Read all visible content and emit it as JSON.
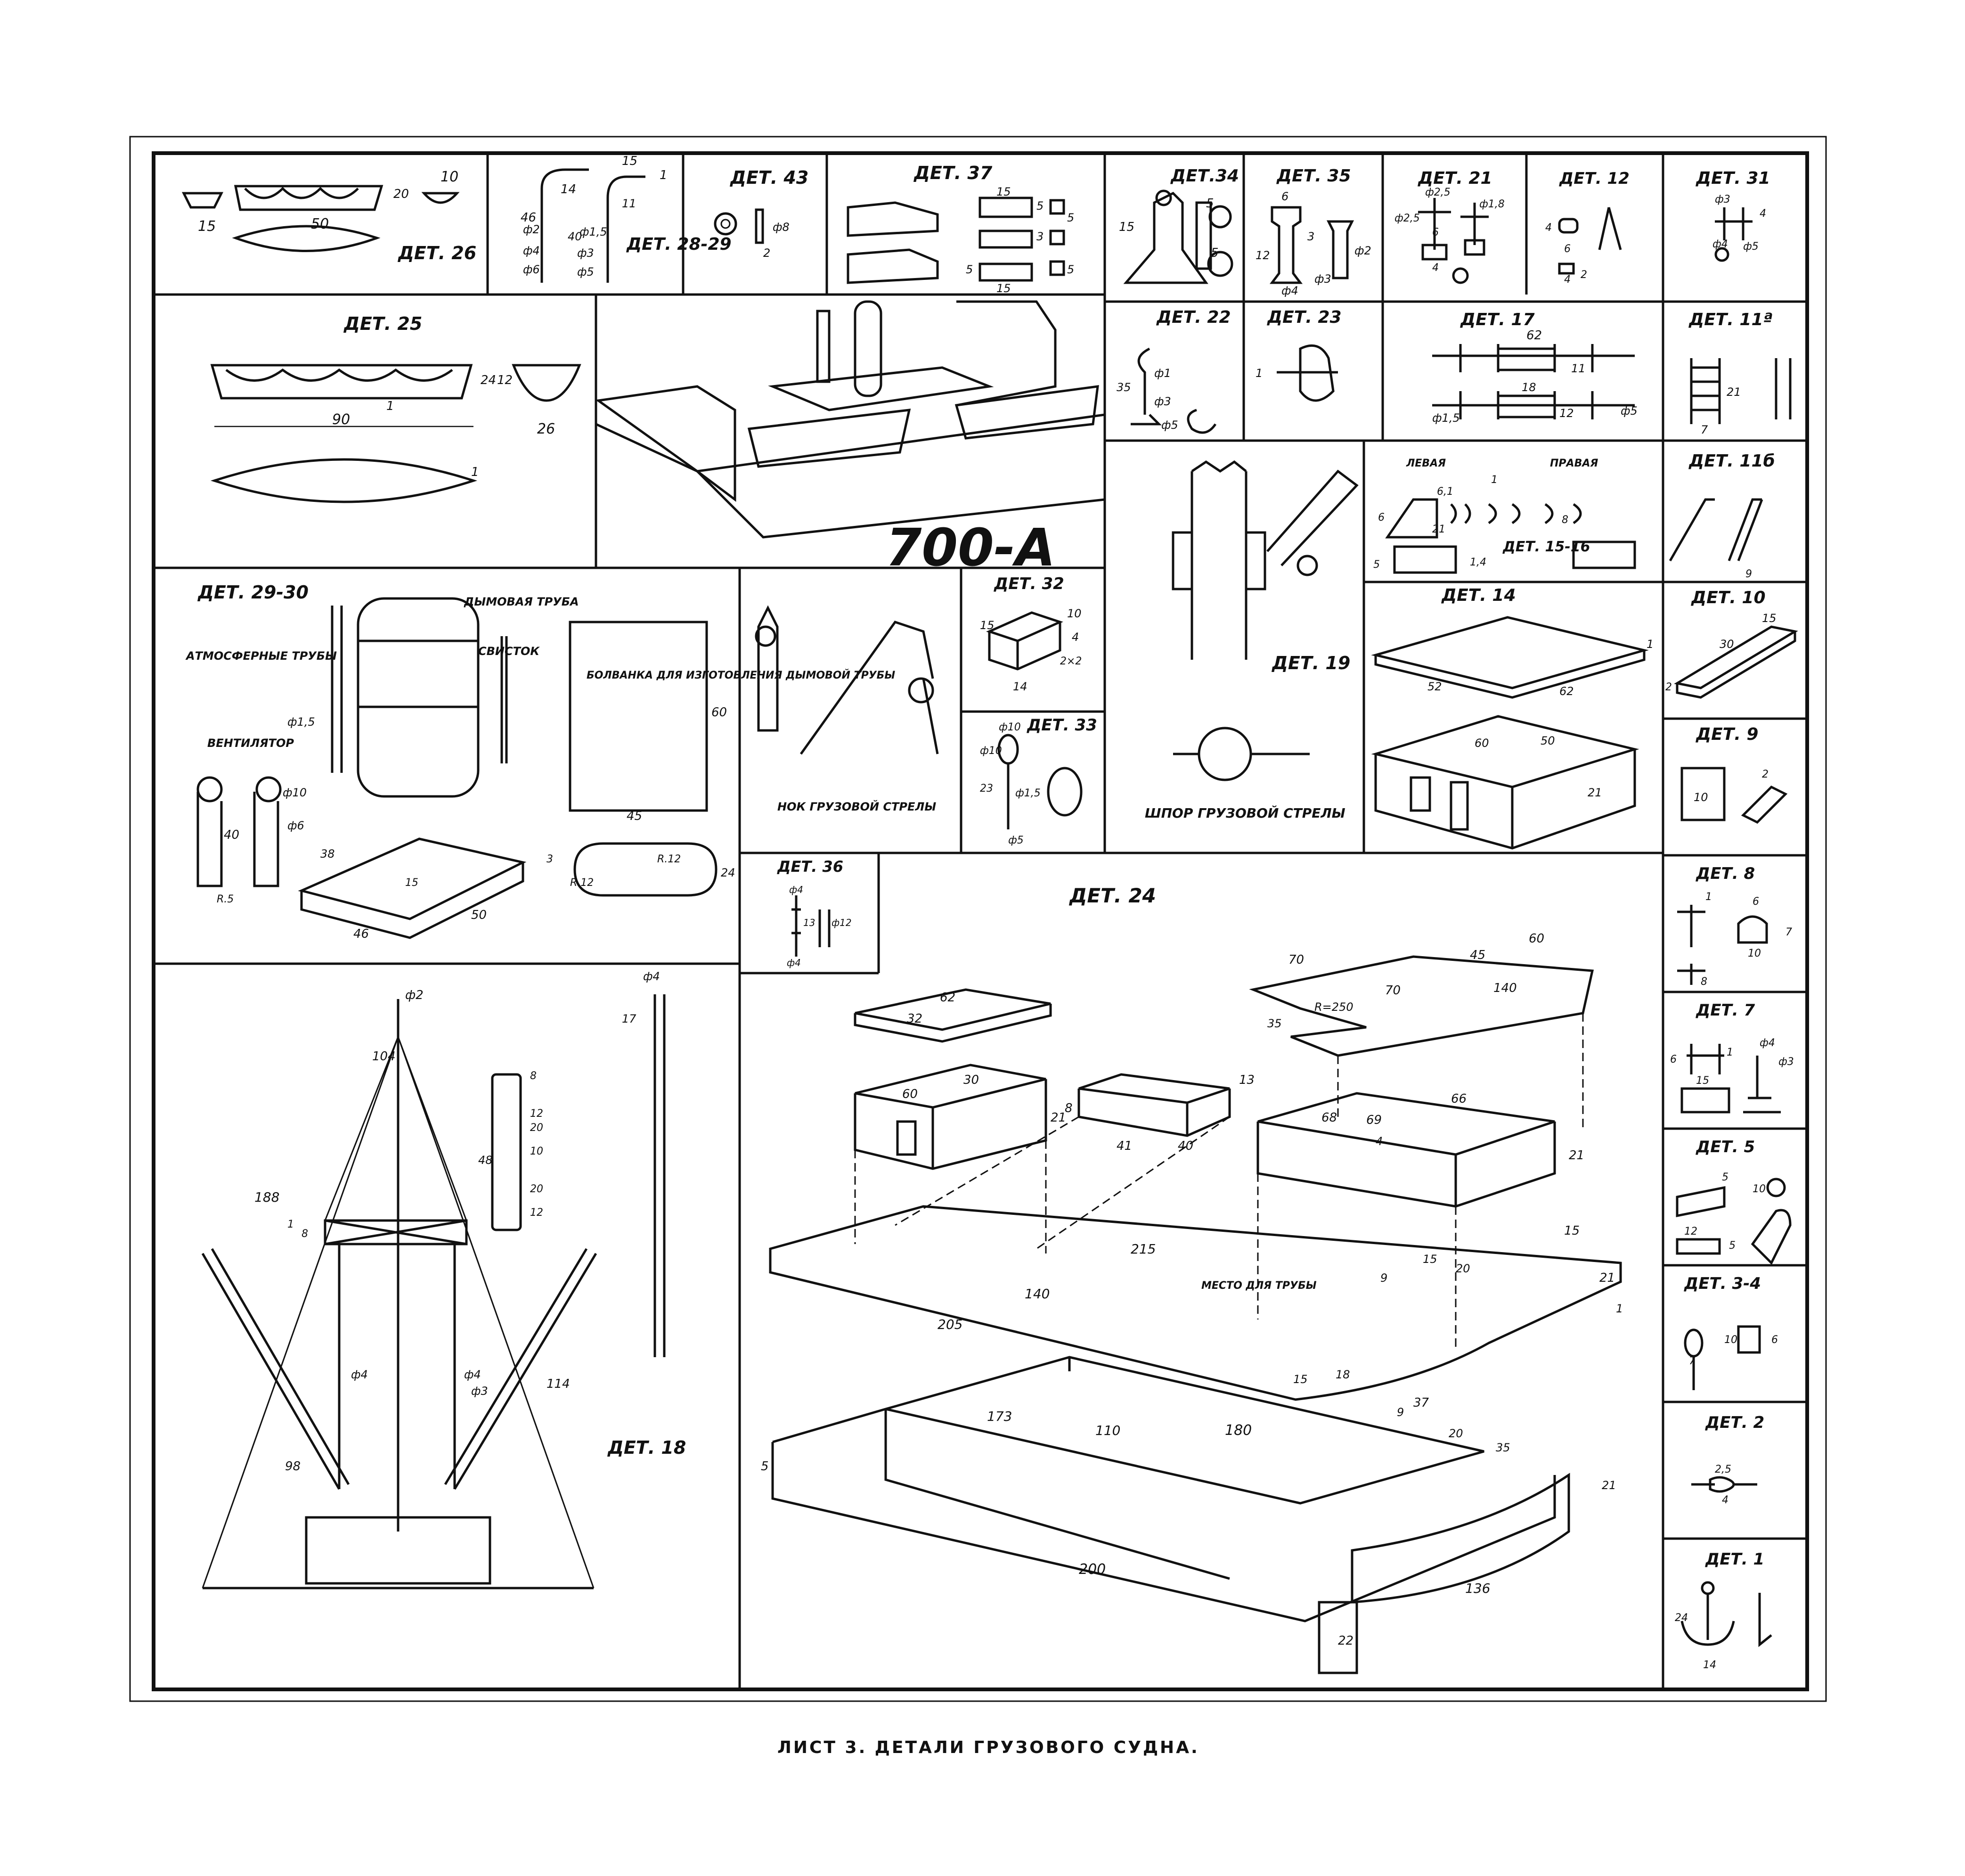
{
  "caption": "ЛИСТ 3. ДЕТАЛИ ГРУЗОВОГО СУДНА.",
  "panels": {
    "det26": {
      "title": "ДЕТ. 26",
      "dims": [
        "15",
        "50",
        "10",
        "20"
      ]
    },
    "det28": {
      "title": "ДЕТ. 28-29",
      "dims": [
        "46",
        "14",
        "15",
        "1",
        "ф2",
        "ф4",
        "ф6",
        "40",
        "ф1,5",
        "ф3",
        "ф5",
        "11"
      ]
    },
    "det43": {
      "title": "ДЕТ. 43",
      "dims": [
        "ф8",
        "2"
      ]
    },
    "det37": {
      "title": "ДЕТ. 37",
      "dims": [
        "15",
        "5",
        "3",
        "15",
        "5",
        "5",
        "5"
      ]
    },
    "det34": {
      "title": "ДЕТ.34",
      "dims": [
        "15",
        "5",
        "5"
      ]
    },
    "det35": {
      "title": "ДЕТ. 35",
      "dims": [
        "6",
        "12",
        "3",
        "ф2",
        "ф3",
        "ф4"
      ]
    },
    "det21": {
      "title": "ДЕТ. 21",
      "dims": [
        "ф2,5",
        "ф2,5",
        "ф1,8",
        "6",
        "4"
      ]
    },
    "det12": {
      "title": "ДЕТ. 12",
      "dims": [
        "4",
        "6",
        "4",
        "2"
      ]
    },
    "det31": {
      "title": "ДЕТ. 31",
      "dims": [
        "ф3",
        "4",
        "ф4",
        "ф5"
      ]
    },
    "det25": {
      "title": "ДЕТ. 25",
      "dims": [
        "90",
        "1",
        "24",
        "12",
        "26",
        "1"
      ]
    },
    "hull_number": "700-А",
    "det22": {
      "title": "ДЕТ. 22",
      "dims": [
        "35",
        "ф1",
        "ф3",
        "ф5"
      ]
    },
    "det23": {
      "title": "ДЕТ. 23",
      "dims": [
        "1"
      ]
    },
    "det17": {
      "title": "ДЕТ. 17",
      "dims": [
        "62",
        "11",
        "18",
        "12",
        "ф5",
        "ф1,5"
      ]
    },
    "det11a": {
      "title": "ДЕТ. 11ª",
      "dims": [
        "21",
        "7"
      ]
    },
    "det19": {
      "title": "ДЕТ. 19",
      "note": "ШПОР ГРУЗОВОЙ СТРЕЛЫ"
    },
    "det15": {
      "title": "ДЕТ. 15-16",
      "left": "ЛЕВАЯ",
      "right": "ПРАВАЯ",
      "dims": [
        "6,1",
        "1",
        "6",
        "21",
        "8",
        "5",
        "1,4"
      ]
    },
    "det11b": {
      "title": "ДЕТ. 11б",
      "dims": [
        "9"
      ]
    },
    "det29": {
      "title": "ДЕТ. 29-30",
      "labels": [
        "ДЫМОВАЯ ТРУБА",
        "АТМОСФЕРНЫЕ ТРУБЫ",
        "СВИСТОК",
        "ВЕНТИЛЯТОР",
        "БОЛВАНКА ДЛЯ ИЗГОТОВЛЕНИЯ ДЫМОВОЙ ТРУБЫ"
      ],
      "dims": [
        "ф1,5",
        "ф10",
        "40",
        "ф6",
        "R.5",
        "38",
        "46",
        "50",
        "3",
        "15",
        "60",
        "45",
        "R.12",
        "R.12",
        "24"
      ]
    },
    "nok": {
      "note": "НОК ГРУЗОВОЙ СТРЕЛЫ"
    },
    "det32": {
      "title": "ДЕТ. 32",
      "dims": [
        "15",
        "10",
        "4",
        "2×2",
        "14"
      ]
    },
    "det33": {
      "title": "ДЕТ. 33",
      "dims": [
        "ф10",
        "ф10",
        "23",
        "ф1,5",
        "ф5"
      ]
    },
    "det14": {
      "title": "ДЕТ. 14",
      "dims": [
        "52",
        "62",
        "60",
        "50",
        "21",
        "1"
      ]
    },
    "det10": {
      "title": "ДЕТ. 10",
      "dims": [
        "15",
        "30",
        "2"
      ]
    },
    "det9": {
      "title": "ДЕТ. 9",
      "dims": [
        "10",
        "2"
      ]
    },
    "det36": {
      "title": "ДЕТ. 36",
      "dims": [
        "ф4",
        "13",
        "ф12",
        "ф4"
      ]
    },
    "det24": {
      "title": "ДЕТ. 24",
      "labels": [
        "МЕСТО ДЛЯ ТРУБЫ"
      ],
      "dims": [
        "62",
        "32",
        "30",
        "60",
        "21",
        "8",
        "13",
        "41",
        "40",
        "215",
        "140",
        "205",
        "173",
        "110",
        "180",
        "200",
        "136",
        "22",
        "5",
        "70",
        "70",
        "45",
        "60",
        "140",
        "R=250",
        "35",
        "66",
        "68",
        "69",
        "4",
        "21",
        "15",
        "21",
        "15",
        "9",
        "20",
        "15",
        "18",
        "37",
        "9",
        "20",
        "35",
        "21",
        "1"
      ]
    },
    "det8": {
      "title": "ДЕТ. 8",
      "dims": [
        "6",
        "7",
        "10",
        "8",
        "1"
      ]
    },
    "det7": {
      "title": "ДЕТ. 7",
      "dims": [
        "6",
        "15",
        "ф4",
        "ф3",
        "1"
      ]
    },
    "det5": {
      "title": "ДЕТ. 5",
      "dims": [
        "12",
        "5",
        "10",
        "5"
      ]
    },
    "det34b": {
      "title": "ДЕТ. 3-4",
      "dims": [
        "7",
        "10",
        "6"
      ]
    },
    "det2": {
      "title": "ДЕТ. 2",
      "dims": [
        "2,5",
        "4"
      ]
    },
    "det1": {
      "title": "ДЕТ. 1",
      "dims": [
        "24",
        "14"
      ]
    },
    "det18": {
      "title": "ДЕТ. 18",
      "dims": [
        "ф2",
        "104",
        "188",
        "8",
        "1",
        "98",
        "ф4",
        "ф4",
        "ф3",
        "114",
        "8",
        "12",
        "48",
        "10",
        "20",
        "20",
        "12",
        "ф4",
        "17"
      ]
    }
  }
}
